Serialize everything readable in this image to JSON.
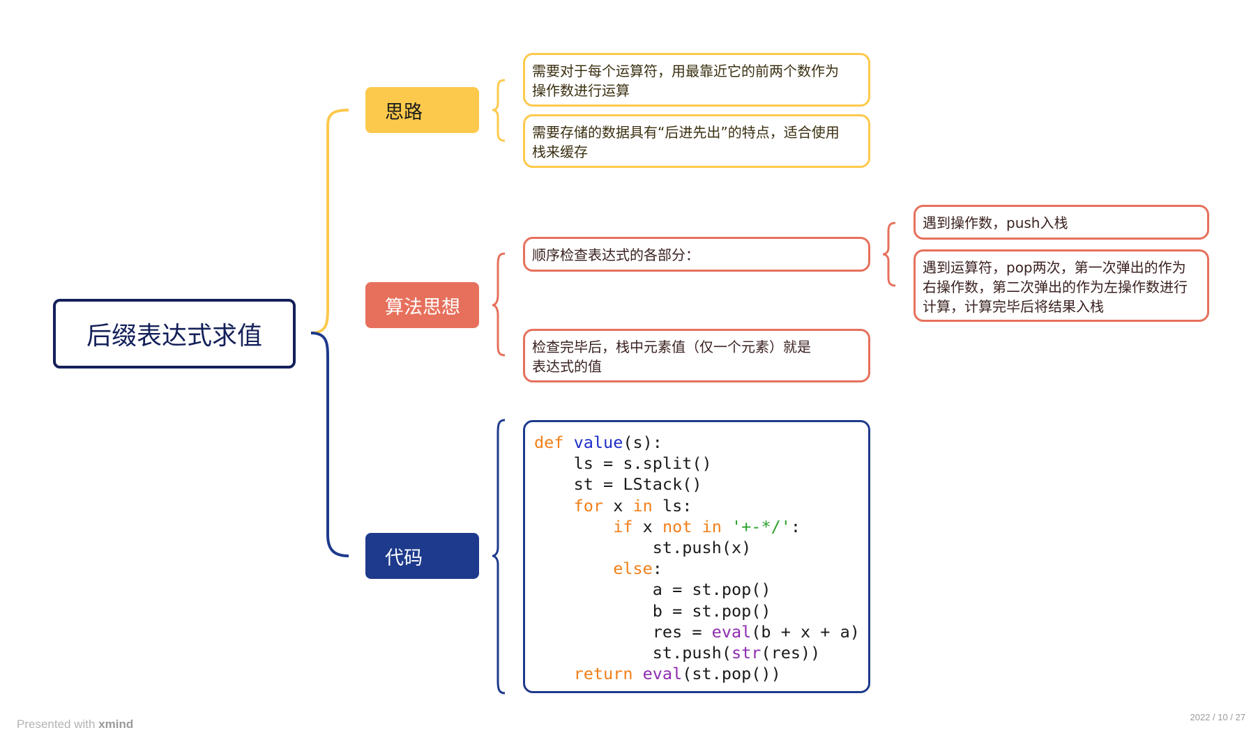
{
  "root": {
    "label": "后缀表达式求值"
  },
  "branches": [
    {
      "label": "思路",
      "color": "#fdc94c"
    },
    {
      "label": "算法思想",
      "color": "#e6705c"
    },
    {
      "label": "代码",
      "color": "#1e3a8c"
    }
  ],
  "silu": {
    "items": [
      {
        "line1": "需要对于每个运算符，用最靠近它的前两个数作为",
        "line2": "操作数进行运算"
      },
      {
        "line1": "需要存储的数据具有“后进先出”的特点，适合使用",
        "line2": "栈来缓存"
      }
    ]
  },
  "algo": {
    "step1": "顺序检查表达式的各部分：",
    "step1_children": [
      {
        "lines": [
          "遇到操作数，push入栈"
        ]
      },
      {
        "lines": [
          "遇到运算符，pop两次，第一次弹出的作为",
          "右操作数，第二次弹出的作为左操作数进行",
          "计算，计算完毕后将结果入栈"
        ]
      }
    ],
    "step2": {
      "line1": "检查完毕后，栈中元素值（仅一个元素）就是",
      "line2": "表达式的值"
    }
  },
  "code": {
    "lines": [
      "def value(s):",
      "    ls = s.split()",
      "    st = LStack()",
      "    for x in ls:",
      "        if x not in '+-*/':",
      "            st.push(x)",
      "        else:",
      "            a = st.pop()",
      "            b = st.pop()",
      "            res = eval(b + x + a)",
      "            st.push(str(res))",
      "    return eval(st.pop())"
    ]
  },
  "footer": {
    "presented": "Presented with",
    "brand": "xmind",
    "date": "2022 / 10 / 27"
  }
}
